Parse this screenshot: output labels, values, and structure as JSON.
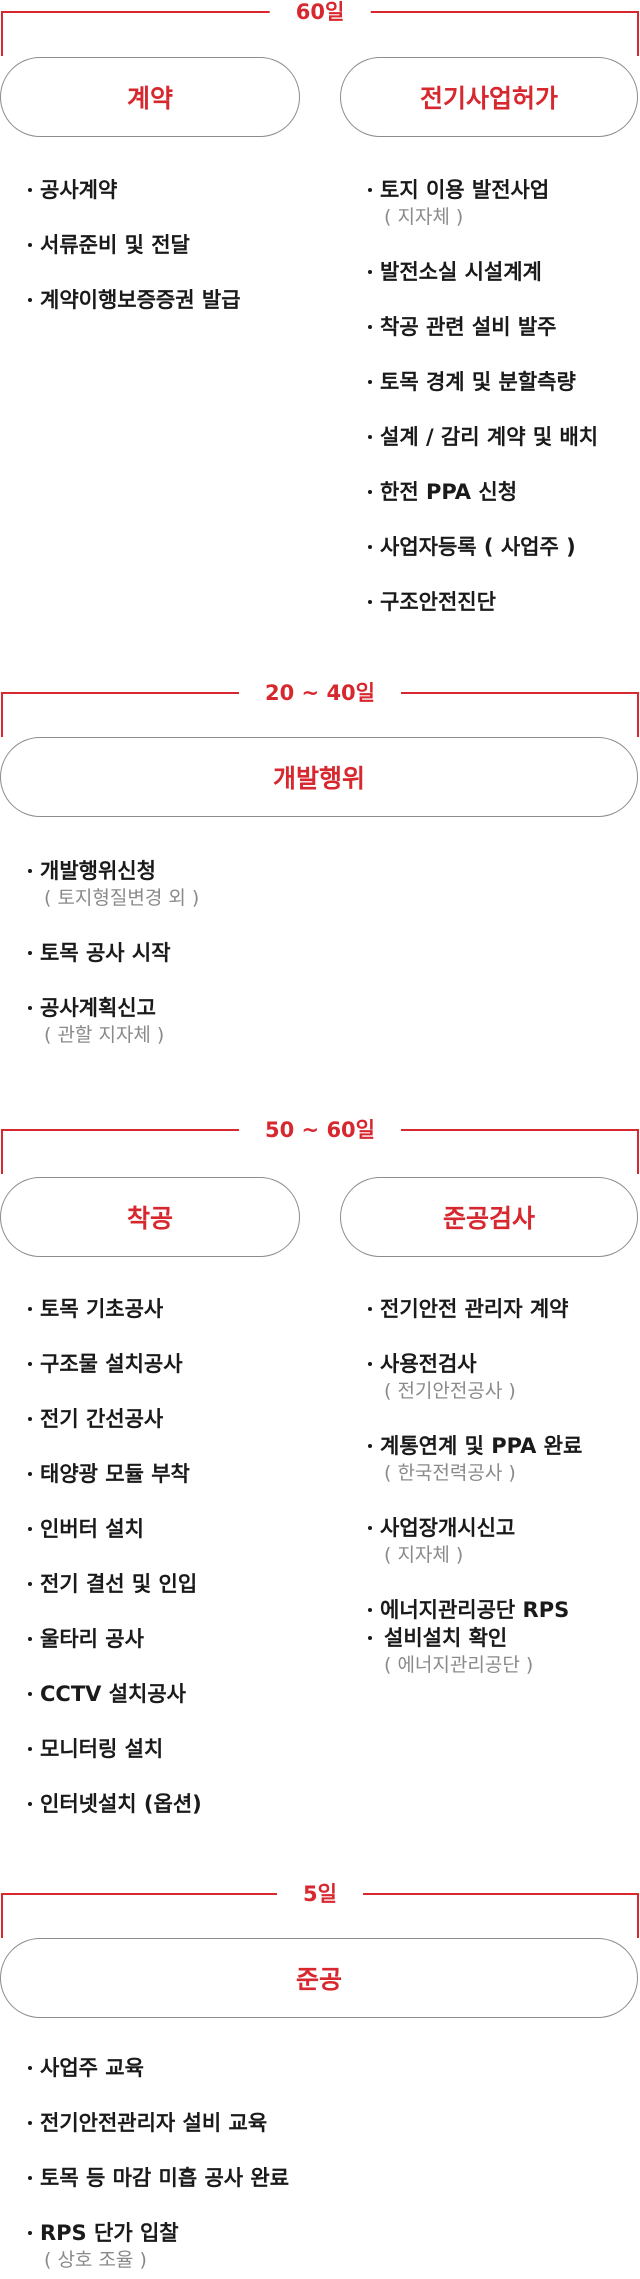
{
  "phases": [
    {
      "period": "60일",
      "columns": [
        {
          "stage": "계약",
          "items": [
            {
              "title": "공사계약"
            },
            {
              "title": "서류준비 및 전달"
            },
            {
              "title": "계약이행보증증권 발급"
            }
          ]
        },
        {
          "stage": "전기사업허가",
          "items": [
            {
              "title": "토지 이용 발전사업",
              "note": "( 지자체 )"
            },
            {
              "title": "발전소실 시설계계"
            },
            {
              "title": "착공 관련 설비 발주"
            },
            {
              "title": "토목 경계 및 분할측량"
            },
            {
              "title": "설계 / 감리 계약 및 배치"
            },
            {
              "title": "한전 PPA 신청"
            },
            {
              "title": "사업자등록 ( 사업주 )"
            },
            {
              "title": "구조안전진단"
            }
          ]
        }
      ]
    },
    {
      "period": "20 ~ 40일",
      "columns": [
        {
          "stage": "개발행위",
          "items": [
            {
              "title": "개발행위신청",
              "note": "( 토지형질변경 외 )"
            },
            {
              "title": "토목 공사 시작"
            },
            {
              "title": "공사계획신고",
              "note": "( 관할 지자체 )"
            }
          ]
        }
      ]
    },
    {
      "period": "50 ~ 60일",
      "columns": [
        {
          "stage": "착공",
          "items": [
            {
              "title": "토목 기초공사"
            },
            {
              "title": "구조물 설치공사"
            },
            {
              "title": "전기 간선공사"
            },
            {
              "title": "태양광 모듈 부착"
            },
            {
              "title": "인버터 설치"
            },
            {
              "title": "전기 결선 및 인입"
            },
            {
              "title": "울타리 공사"
            },
            {
              "title": "CCTV 설치공사"
            },
            {
              "title": "모니터링 설치"
            },
            {
              "title": "인터넷설치 (옵션)"
            }
          ]
        },
        {
          "stage": "준공검사",
          "items": [
            {
              "title": "전기안전 관리자 계약"
            },
            {
              "title": "사용전검사",
              "note": "( 전기안전공사 )"
            },
            {
              "title": "계통연계 및 PPA 완료",
              "note": "( 한국전력공사 )"
            },
            {
              "title": "사업장개시신고",
              "note": "( 지자체 )"
            },
            {
              "title": "에너지관리공단 RPS",
              "title2": "설비설치 확인",
              "note": "( 에너지관리공단 )"
            }
          ]
        }
      ]
    },
    {
      "period": "5일",
      "columns": [
        {
          "stage": "준공",
          "items": [
            {
              "title": "사업주 교육"
            },
            {
              "title": "전기안전관리자 설비 교육"
            },
            {
              "title": "토목 등 마감 미흡 공사 완료"
            },
            {
              "title": "RPS 단가 입찰",
              "note": "( 상호 조율 )"
            }
          ]
        }
      ]
    }
  ]
}
